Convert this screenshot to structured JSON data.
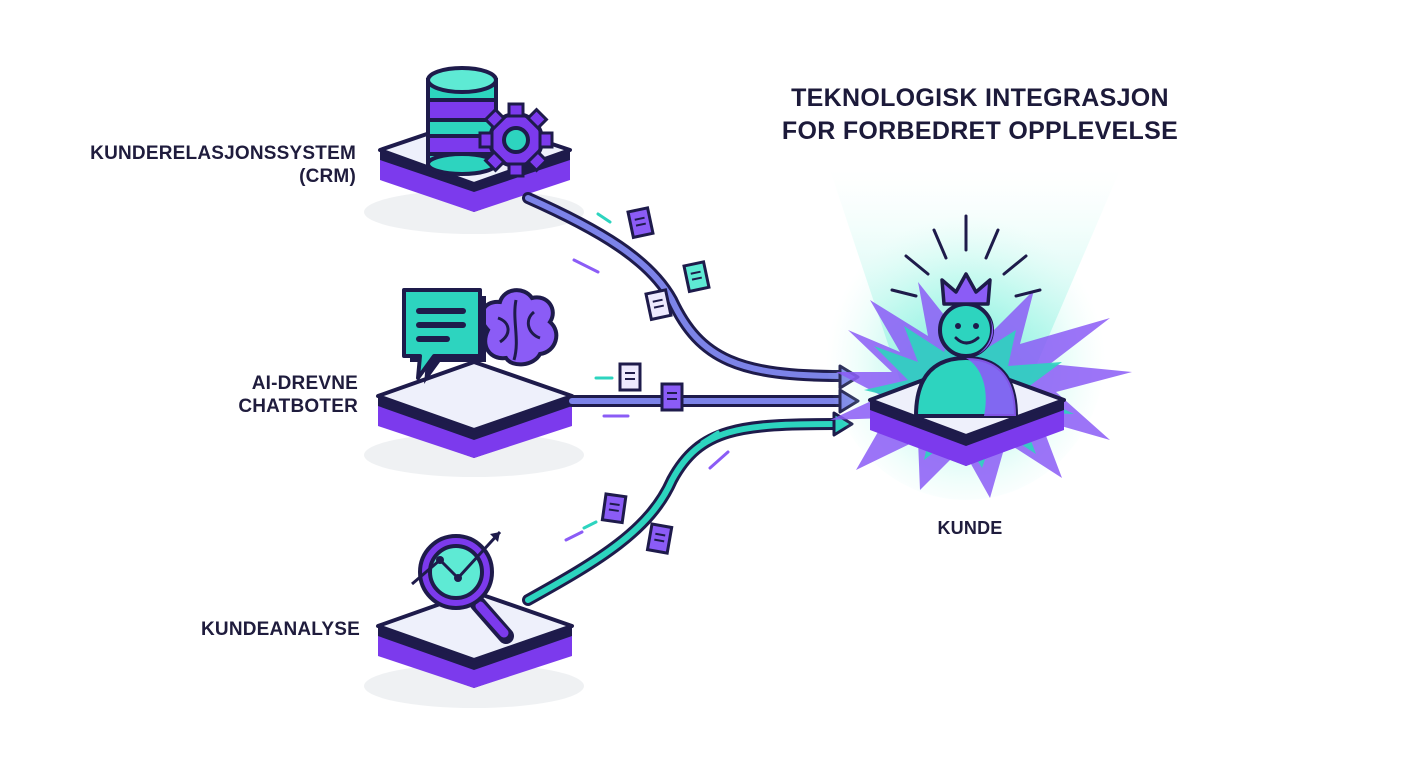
{
  "title": {
    "line1": "TEKNOLOGISK INTEGRASJON",
    "line2": "FOR FORBEDRET OPPLEVELSE"
  },
  "sources": [
    {
      "label_line1": "KUNDERELASJONSSYSTEM",
      "label_line2": "(CRM)",
      "icon": "database-gear-icon"
    },
    {
      "label_line1": "AI-DREVNE",
      "label_line2": "CHATBOTER",
      "icon": "chat-brain-icon"
    },
    {
      "label_line1": "KUNDEANALYSE",
      "label_line2": "",
      "icon": "magnifier-chart-icon"
    }
  ],
  "target": {
    "label": "KUNDE",
    "icon": "crowned-customer-icon"
  },
  "colors": {
    "purple": "#7c3aed",
    "purple_light": "#8b5cf6",
    "teal": "#2dd4bf",
    "navy": "#1e1b4b",
    "flow_blue": "#7c83e8"
  }
}
